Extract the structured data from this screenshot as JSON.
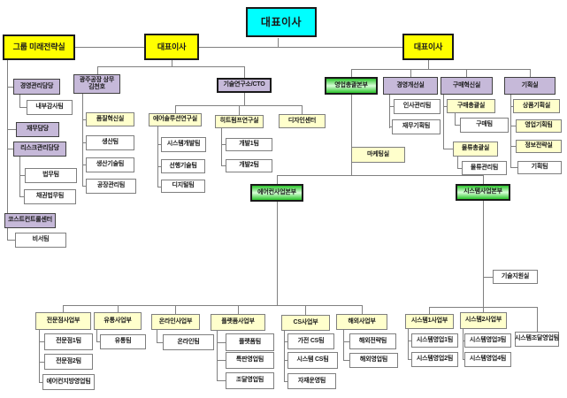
{
  "page": {
    "background": "#ffffff"
  },
  "org_chart": {
    "colors": {
      "cyan": "#00ffff",
      "yellow": "#ffff00",
      "lavender": "#c6b9d9",
      "cream": "#ffffcc",
      "white": "#ffffff",
      "green_edge": "#2bc42b",
      "green_center": "#d9ffd9",
      "connector": "#808080"
    },
    "nodes": [
      {
        "id": "ceo-top",
        "label": "대표이사",
        "style": "cyan"
      },
      {
        "id": "group-strategy",
        "label": "그룹 미래전략실",
        "style": "yellow"
      },
      {
        "id": "ceo-left",
        "label": "대표이사",
        "style": "yellow"
      },
      {
        "id": "ceo-right",
        "label": "대표이사",
        "style": "yellow"
      },
      {
        "id": "mgmt-admin",
        "label": "경영관리담당",
        "style": "lavender"
      },
      {
        "id": "internal-audit",
        "label": "내부감사팀",
        "style": "white"
      },
      {
        "id": "finance",
        "label": "재무담당",
        "style": "lavender"
      },
      {
        "id": "risk-mgmt",
        "label": "리스크관리담당",
        "style": "lavender"
      },
      {
        "id": "legal-team",
        "label": "법무팀",
        "style": "white"
      },
      {
        "id": "credit-legal-team",
        "label": "채권법무팀",
        "style": "white"
      },
      {
        "id": "cost-control",
        "label": "코스트컨트롤센터",
        "style": "lavender"
      },
      {
        "id": "secretary-team",
        "label": "비서팀",
        "style": "white"
      },
      {
        "id": "gwangju-plant",
        "label": "광주공장 상무 김천호",
        "style": "lavender"
      },
      {
        "id": "quality-innovation",
        "label": "품질혁신실",
        "style": "cream"
      },
      {
        "id": "production-team",
        "label": "생산팀",
        "style": "white"
      },
      {
        "id": "production-tech",
        "label": "생산기술팀",
        "style": "white"
      },
      {
        "id": "factory-mgmt",
        "label": "공장관리팀",
        "style": "white"
      },
      {
        "id": "cto",
        "label": "기술연구소/CTO",
        "style": "lavender thick"
      },
      {
        "id": "air-solution-lab",
        "label": "에어솔루션연구실",
        "style": "cream"
      },
      {
        "id": "system-dev-team",
        "label": "시스템개발팀",
        "style": "white"
      },
      {
        "id": "advanced-tech-team",
        "label": "선행기술팀",
        "style": "white"
      },
      {
        "id": "digital-team",
        "label": "디지털팀",
        "style": "white"
      },
      {
        "id": "heatpump-lab",
        "label": "히트펌프연구실",
        "style": "cream"
      },
      {
        "id": "dev1-team",
        "label": "개발1팀",
        "style": "white"
      },
      {
        "id": "dev2-team",
        "label": "개발2팀",
        "style": "white"
      },
      {
        "id": "design-center",
        "label": "디자인센터",
        "style": "cream"
      },
      {
        "id": "sales-hq",
        "label": "영업총괄본부",
        "style": "green"
      },
      {
        "id": "mgmt-improvement",
        "label": "경영개선실",
        "style": "lavender"
      },
      {
        "id": "hr-team",
        "label": "인사관리팀",
        "style": "white"
      },
      {
        "id": "finance-planning",
        "label": "재무기획팀",
        "style": "white"
      },
      {
        "id": "purchase-innovation",
        "label": "구매혁신실",
        "style": "lavender"
      },
      {
        "id": "purchase-general",
        "label": "구매총괄실",
        "style": "cream"
      },
      {
        "id": "purchase-team",
        "label": "구매팀",
        "style": "white"
      },
      {
        "id": "logistics-general",
        "label": "물류총괄실",
        "style": "cream"
      },
      {
        "id": "logistics-mgmt",
        "label": "물류관리팀",
        "style": "white"
      },
      {
        "id": "planning-office",
        "label": "기획실",
        "style": "lavender"
      },
      {
        "id": "product-planning",
        "label": "상품기획실",
        "style": "cream"
      },
      {
        "id": "sales-planning",
        "label": "영업기획팀",
        "style": "cream"
      },
      {
        "id": "info-strategy",
        "label": "정보전략실",
        "style": "cream"
      },
      {
        "id": "planning-team",
        "label": "기획팀",
        "style": "white"
      },
      {
        "id": "marketing-office",
        "label": "마케팅실",
        "style": "cream"
      },
      {
        "id": "aircon-division",
        "label": "에어컨사업본부",
        "style": "green"
      },
      {
        "id": "system-division",
        "label": "시스템사업본부",
        "style": "green"
      },
      {
        "id": "tech-support",
        "label": "기술지원실",
        "style": "white"
      },
      {
        "id": "franchise-bu",
        "label": "전문점사업부",
        "style": "cream"
      },
      {
        "id": "franchise1-team",
        "label": "전문점1팀",
        "style": "white"
      },
      {
        "id": "franchise2-team",
        "label": "전문점2팀",
        "style": "white"
      },
      {
        "id": "aircon-regional",
        "label": "에어컨지방영업팀",
        "style": "white"
      },
      {
        "id": "retail-bu",
        "label": "유통사업부",
        "style": "cream"
      },
      {
        "id": "retail-team",
        "label": "유통팀",
        "style": "white"
      },
      {
        "id": "online-bu",
        "label": "온라인사업부",
        "style": "cream"
      },
      {
        "id": "online-team",
        "label": "온라인팀",
        "style": "white"
      },
      {
        "id": "platform-bu",
        "label": "플랫폼사업부",
        "style": "cream"
      },
      {
        "id": "platform-team",
        "label": "플랫폼팀",
        "style": "white"
      },
      {
        "id": "special-sales-team",
        "label": "특판영업팀",
        "style": "white"
      },
      {
        "id": "procurement-sales",
        "label": "조달영업팀",
        "style": "white"
      },
      {
        "id": "cs-bu",
        "label": "CS사업부",
        "style": "cream"
      },
      {
        "id": "appliance-cs-team",
        "label": "가전 CS팀",
        "style": "white"
      },
      {
        "id": "system-cs-team",
        "label": "시스템 CS팀",
        "style": "white"
      },
      {
        "id": "material-ops-team",
        "label": "자재운영팀",
        "style": "white"
      },
      {
        "id": "overseas-bu",
        "label": "해외사업부",
        "style": "cream"
      },
      {
        "id": "overseas-strategy",
        "label": "해외전략팀",
        "style": "white"
      },
      {
        "id": "overseas-sales",
        "label": "해외영업팀",
        "style": "white"
      },
      {
        "id": "sys1-bu",
        "label": "시스템1사업부",
        "style": "cream"
      },
      {
        "id": "sys-sales1-team",
        "label": "시스템영업1팀",
        "style": "white"
      },
      {
        "id": "sys-sales2-team",
        "label": "시스템영업2팀",
        "style": "white"
      },
      {
        "id": "sys2-bu",
        "label": "시스템2사업부",
        "style": "cream"
      },
      {
        "id": "sys-sales3-team",
        "label": "시스템영업3팀",
        "style": "white"
      },
      {
        "id": "sys-sales4-team",
        "label": "시스템영업4팀",
        "style": "white"
      },
      {
        "id": "sys-procurement",
        "label": "시스템조달영업팀",
        "style": "white"
      }
    ]
  }
}
